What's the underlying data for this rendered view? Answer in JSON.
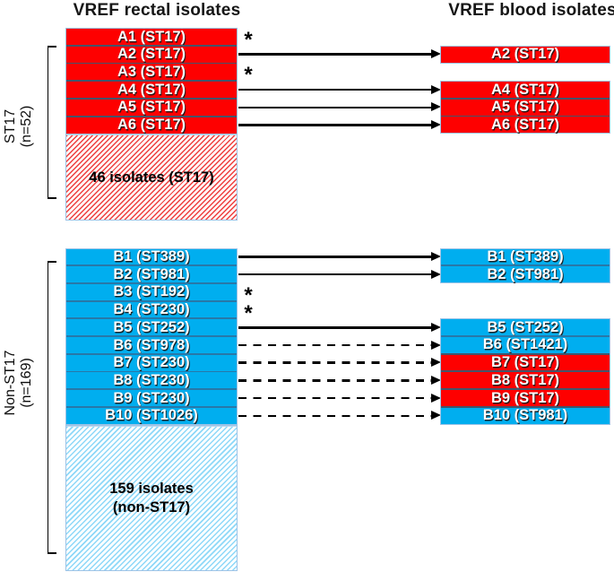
{
  "titles": {
    "rectal": "VREF rectal isolates",
    "blood": "VREF blood isolates"
  },
  "annotations": {
    "asterisk": "*"
  },
  "colors": {
    "st17_fill": "#FE0000",
    "non_st17_fill": "#00AEEF",
    "separator_dark": "#44546A",
    "separator_blue": "#2878A8",
    "box_border": "#9DC3E6",
    "arrow_black": "#000000",
    "hatch_red_stripe": "#EE4040",
    "hatch_red_bg": "#FFF6F6",
    "hatch_blue_stripe": "#8ED8F8",
    "hatch_blue_bg": "#FBFEFF",
    "title_text": "#161616",
    "row_text": "#FFFFFF",
    "pool_text": "#000000"
  },
  "groups": [
    {
      "side_label": {
        "line1": "ST17",
        "line2": "(n=52)"
      },
      "rectal_rows": [
        {
          "label": "A1 (ST17)",
          "fill": "st17",
          "link": "asterisk"
        },
        {
          "label": "A2 (ST17)",
          "fill": "st17",
          "link": "solid"
        },
        {
          "label": "A3 (ST17)",
          "fill": "st17",
          "link": "asterisk"
        },
        {
          "label": "A4 (ST17)",
          "fill": "st17",
          "link": "solid"
        },
        {
          "label": "A5 (ST17)",
          "fill": "st17",
          "link": "solid"
        },
        {
          "label": "A6 (ST17)",
          "fill": "st17",
          "link": "solid"
        }
      ],
      "pool": {
        "lines": [
          "46 isolates (ST17)"
        ],
        "hatch": "st17"
      },
      "blood_rows": [
        {
          "label": "A2 (ST17)",
          "fill": "st17",
          "row": 1
        },
        {
          "label": "A4 (ST17)",
          "fill": "st17",
          "row": 3
        },
        {
          "label": "A5 (ST17)",
          "fill": "st17",
          "row": 4
        },
        {
          "label": "A6 (ST17)",
          "fill": "st17",
          "row": 5
        }
      ]
    },
    {
      "side_label": {
        "line1": "Non-ST17",
        "line2": "(n=169)"
      },
      "rectal_rows": [
        {
          "label": "B1 (ST389)",
          "fill": "non_st17",
          "link": "solid"
        },
        {
          "label": "B2 (ST981)",
          "fill": "non_st17",
          "link": "solid"
        },
        {
          "label": "B3 (ST192)",
          "fill": "non_st17",
          "link": "asterisk"
        },
        {
          "label": "B4 (ST230)",
          "fill": "non_st17",
          "link": "asterisk"
        },
        {
          "label": "B5 (ST252)",
          "fill": "non_st17",
          "link": "solid"
        },
        {
          "label": "B6 (ST978)",
          "fill": "non_st17",
          "link": "dashed"
        },
        {
          "label": "B7 (ST230)",
          "fill": "non_st17",
          "link": "dashed"
        },
        {
          "label": "B8 (ST230)",
          "fill": "non_st17",
          "link": "dashed"
        },
        {
          "label": "B9 (ST230)",
          "fill": "non_st17",
          "link": "dashed"
        },
        {
          "label": "B10 (ST1026)",
          "fill": "non_st17",
          "link": "dashed"
        }
      ],
      "pool": {
        "lines": [
          "159 isolates",
          "(non-ST17)"
        ],
        "hatch": "non_st17"
      },
      "blood_rows": [
        {
          "label": "B1 (ST389)",
          "fill": "non_st17",
          "row": 0
        },
        {
          "label": "B2 (ST981)",
          "fill": "non_st17",
          "row": 1
        },
        {
          "label": "B5 (ST252)",
          "fill": "non_st17",
          "row": 4
        },
        {
          "label": "B6 (ST1421)",
          "fill": "non_st17",
          "row": 5
        },
        {
          "label": "B7 (ST17)",
          "fill": "st17",
          "row": 6
        },
        {
          "label": "B8 (ST17)",
          "fill": "st17",
          "row": 7
        },
        {
          "label": "B9 (ST17)",
          "fill": "st17",
          "row": 8
        },
        {
          "label": "B10 (ST981)",
          "fill": "non_st17",
          "row": 9
        }
      ]
    }
  ]
}
